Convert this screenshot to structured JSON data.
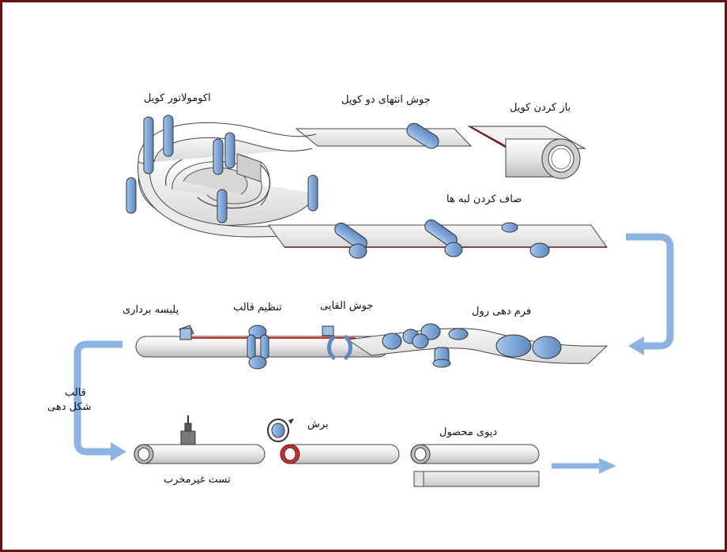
{
  "labels": {
    "coil_accumulator": "اکومولاتور کویل",
    "coil_end_welding": "جوش انتهای دو کویل",
    "coil_opening": "باز کردن کویل",
    "edge_trimming": "صاف کردن لبه ها",
    "deburring": "پلیسه برداری",
    "mold_adjustment": "تنظیم قالب",
    "induction_welding": "جوش القایی",
    "roll_forming": "فرم دهی رول",
    "forming_mold_line1": "قالب",
    "forming_mold_line2": "شکل دهی",
    "cutting": "برش",
    "product_depot": "دپوی محصول",
    "ndt_test": "تست غیرمخرب"
  },
  "colors": {
    "frame": "#6b1111",
    "roller_blue": "#8fb6e0",
    "arrow_blue": "#8db3e2",
    "weld_red": "#d9262b"
  }
}
